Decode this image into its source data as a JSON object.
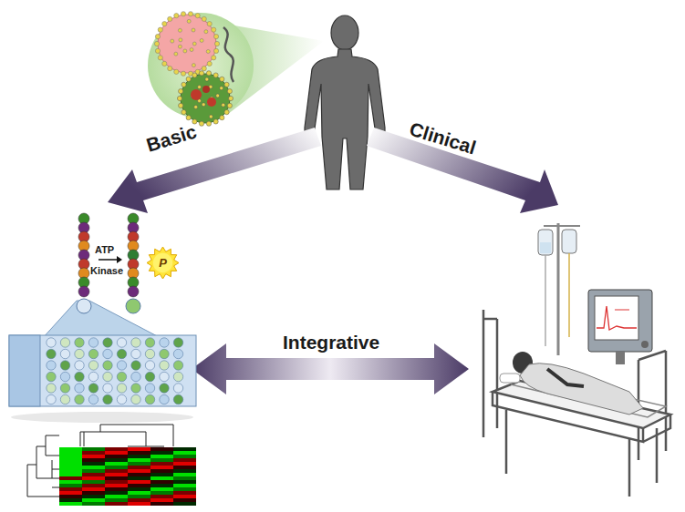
{
  "diagram": {
    "nodes": [
      {
        "text": [
          "P"
        ]
      }
    ],
    "labels": [
      "Basic",
      "Clinical",
      "Integrative",
      "ATP",
      "Kinase"
    ]
  }
}
